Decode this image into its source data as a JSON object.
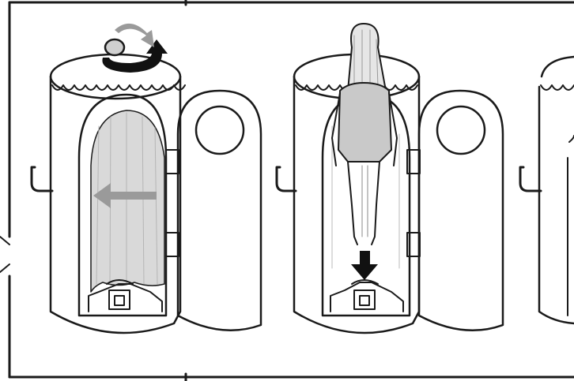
{
  "figure": {
    "panels": [
      {
        "step": 1,
        "action": "rotate-cap-and-open-curtain",
        "arrows": [
          "curved-arrow-icon",
          "left-arrow-icon"
        ]
      },
      {
        "step": 2,
        "action": "insert-doll-onto-stand",
        "arrows": [
          "down-arrow-icon"
        ]
      },
      {
        "step": 3,
        "action": "partial-panel-cut-off"
      }
    ],
    "colors": {
      "outline": "#1a1a1a",
      "curtain_fill": "#d9d9d9",
      "arrow_gray": "#9a9a9a",
      "arrow_black": "#111111",
      "doll_fill": "#c9c9c9",
      "background": "#ffffff"
    }
  }
}
